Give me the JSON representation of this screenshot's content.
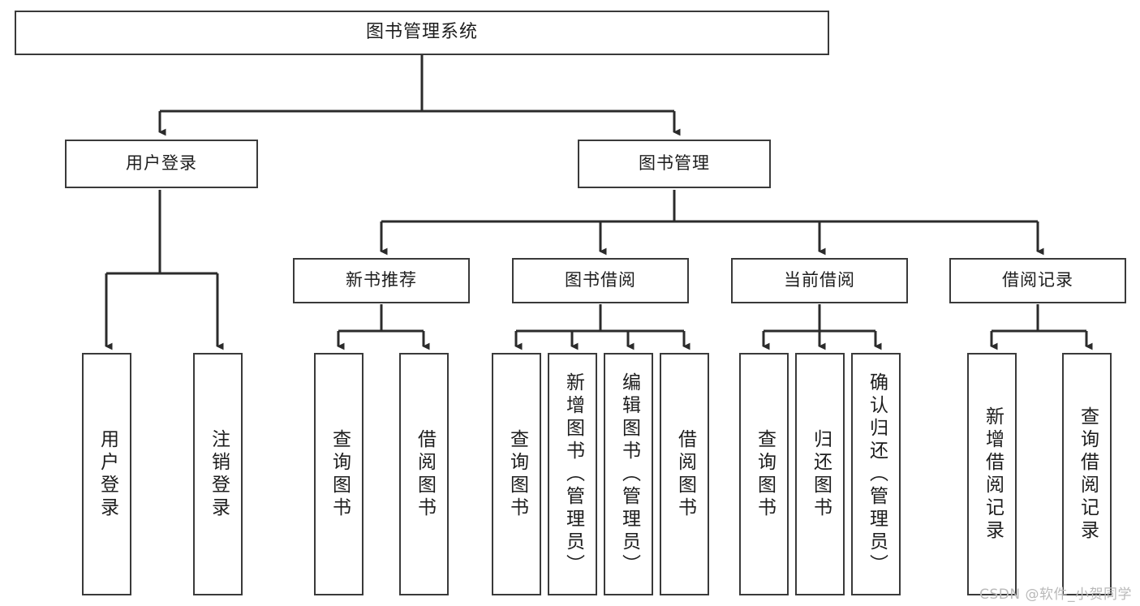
{
  "diagram": {
    "type": "tree",
    "title": "图书管理系统",
    "orientation": "top-down",
    "colors": {
      "box_border": "#3a3a3a",
      "box_fill": "#ffffff",
      "connector": "#2b2b2b",
      "text": "#1d1d1d",
      "watermark": "#b9b9b9",
      "background": "#ffffff"
    },
    "root": {
      "label": "图书管理系统"
    },
    "level2": [
      {
        "label": "用户登录"
      },
      {
        "label": "图书管理"
      }
    ],
    "level3": [
      {
        "label": "新书推荐"
      },
      {
        "label": "图书借阅"
      },
      {
        "label": "当前借阅"
      },
      {
        "label": "借阅记录"
      }
    ],
    "leaves": {
      "user_login": [
        {
          "label": "用户登录"
        },
        {
          "label": "注销登录"
        }
      ],
      "new_book_recommend": [
        {
          "label": "查询图书"
        },
        {
          "label": "借阅图书"
        }
      ],
      "book_borrow": [
        {
          "label": "查询图书"
        },
        {
          "label": "新增图书（管理员）"
        },
        {
          "label": "编辑图书（管理员）"
        },
        {
          "label": "借阅图书"
        }
      ],
      "current_borrow": [
        {
          "label": "查询图书"
        },
        {
          "label": "归还图书"
        },
        {
          "label": "确认归还（管理员）"
        }
      ],
      "borrow_record": [
        {
          "label": "新增借阅记录"
        },
        {
          "label": "查询借阅记录"
        }
      ]
    }
  },
  "watermark": {
    "text": "CSDN @软件_小贺同学"
  }
}
